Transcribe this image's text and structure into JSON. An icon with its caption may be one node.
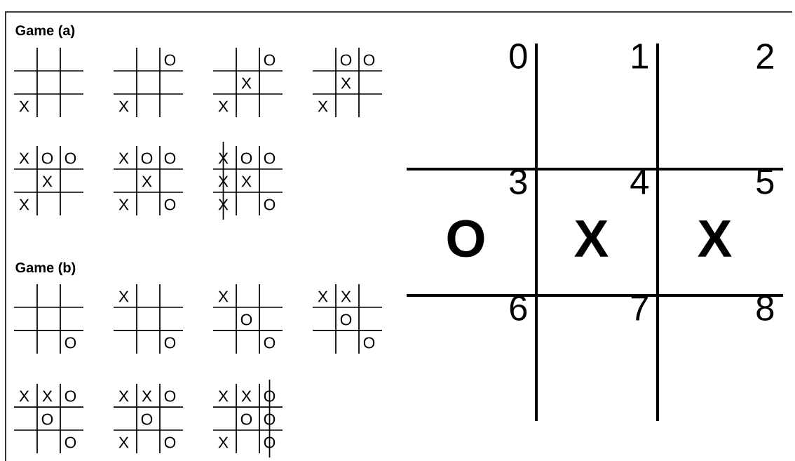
{
  "diagram": {
    "labels": [
      "Game (a)",
      "X",
      "O",
      "X",
      "O",
      "X",
      "X",
      "O",
      "O",
      "X",
      "X",
      "X",
      "O",
      "O",
      "X",
      "X",
      "X",
      "O",
      "O",
      "X",
      "X",
      "O",
      "X",
      "O",
      "O",
      "X",
      "X",
      "X",
      "O",
      "Game (b)",
      "O",
      "X",
      "O",
      "X",
      "O",
      "O",
      "X",
      "X",
      "O",
      "O",
      "X",
      "X",
      "O",
      "O",
      "O",
      "X",
      "X",
      "O",
      "O",
      "X",
      "O",
      "X",
      "X",
      "O",
      "O",
      "O",
      "X",
      "O",
      "0",
      "1",
      "2",
      "3",
      "4",
      "5",
      "O",
      "X",
      "X",
      "6",
      "7",
      "8"
    ]
  }
}
